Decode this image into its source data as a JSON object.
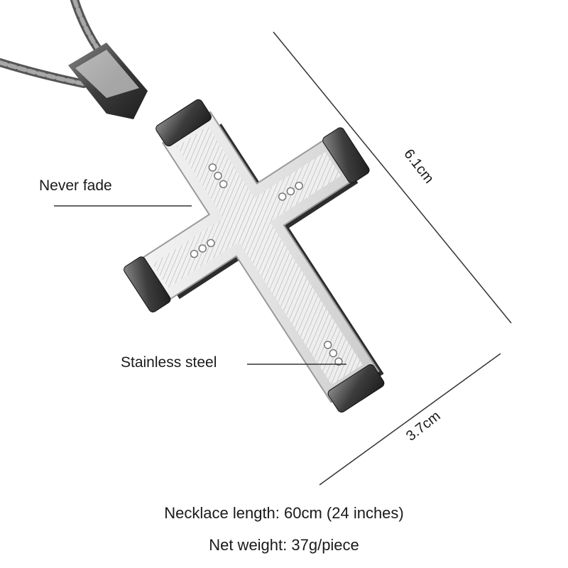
{
  "product": {
    "name": "cross-pendant-necklace",
    "colors": {
      "steel_light": "#f4f4f4",
      "steel_mid": "#c9c9c9",
      "steel_dark": "#3a3a3a",
      "chain": "#6b6b6b",
      "line": "#333333"
    }
  },
  "callouts": {
    "never_fade": "Never fade",
    "stainless_steel": "Stainless steel"
  },
  "dimensions": {
    "height": "6.1cm",
    "width": "3.7cm"
  },
  "specs": {
    "length": "Necklace length: 60cm (24 inches)",
    "weight": "Net weight: 37g/piece"
  }
}
